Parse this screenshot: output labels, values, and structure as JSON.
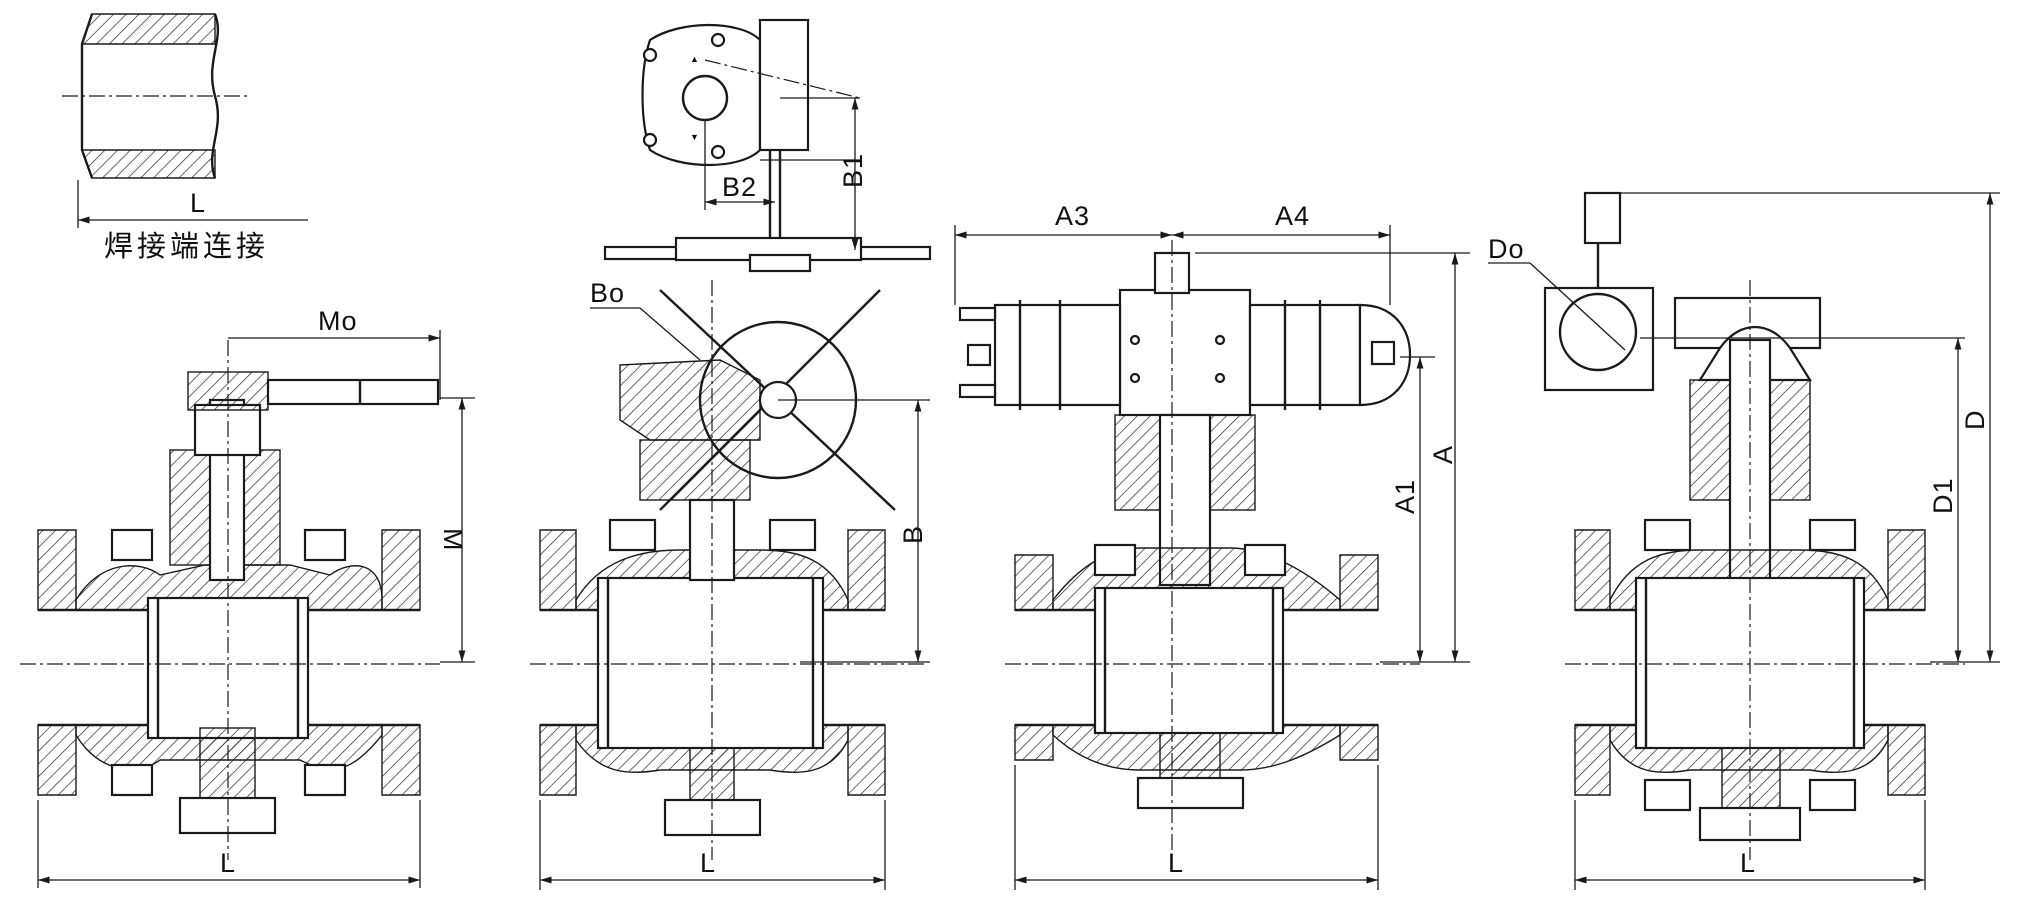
{
  "welded_end": {
    "dim_L": "L",
    "caption": "焊接端连接"
  },
  "view_lever": {
    "dim_Mo": "Mo",
    "dim_M": "M",
    "dim_L": "L"
  },
  "view_gear": {
    "dim_B1": "B1",
    "dim_B2": "B2",
    "dim_Bo": "Bo",
    "dim_B": "B",
    "dim_L": "L"
  },
  "view_pneumatic": {
    "dim_A3": "A3",
    "dim_A4": "A4",
    "dim_A1": "A1",
    "dim_A": "A",
    "dim_L": "L"
  },
  "view_electric": {
    "dim_Do": "Do",
    "dim_D1": "D1",
    "dim_D": "D",
    "dim_L": "L"
  }
}
